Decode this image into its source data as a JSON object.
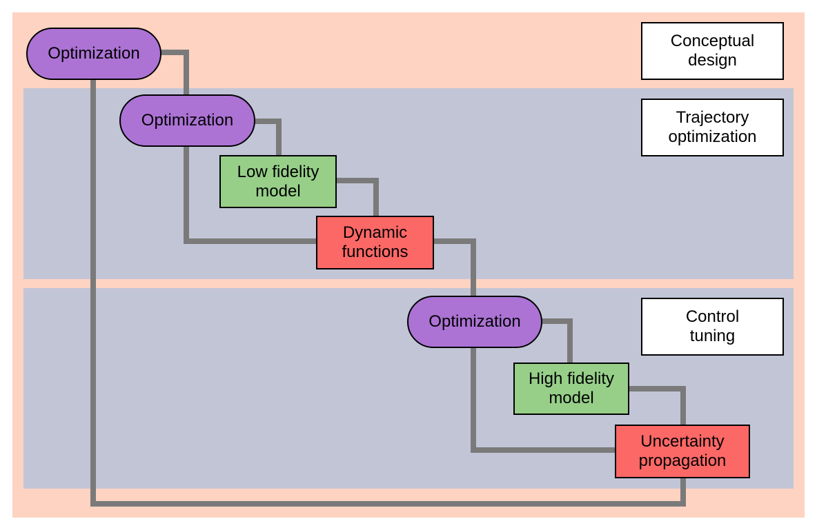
{
  "colors": {
    "background_outer": "#fed3c1",
    "band": "#c2c5d6",
    "optimization": "#ac73d5",
    "model": "#97cf89",
    "function": "#fc6866",
    "connector": "#7a7a7a"
  },
  "stages": [
    {
      "label": "Conceptual\ndesign"
    },
    {
      "label": "Trajectory\noptimization"
    },
    {
      "label": "Control\ntuning"
    }
  ],
  "nodes": {
    "opt1": "Optimization",
    "opt2": "Optimization",
    "low_fidelity": "Low fidelity\nmodel",
    "dynamic": "Dynamic\nfunctions",
    "opt3": "Optimization",
    "high_fidelity": "High fidelity\nmodel",
    "uncertainty": "Uncertainty\npropagation"
  }
}
